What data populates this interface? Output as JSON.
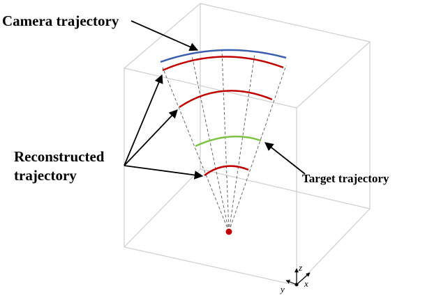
{
  "labels": {
    "camera": "Camera trajectory",
    "reconstructed_line1": "Reconstructed",
    "reconstructed_line2": "trajectory",
    "target": "Target trajectory"
  },
  "axes": {
    "x": "x",
    "y": "y",
    "z": "z"
  },
  "colors": {
    "camera": "#3a5fae",
    "reconstructed": "#c00000",
    "target": "#7cc243",
    "origin": "#c00000",
    "cube": "#cfcfcf"
  }
}
